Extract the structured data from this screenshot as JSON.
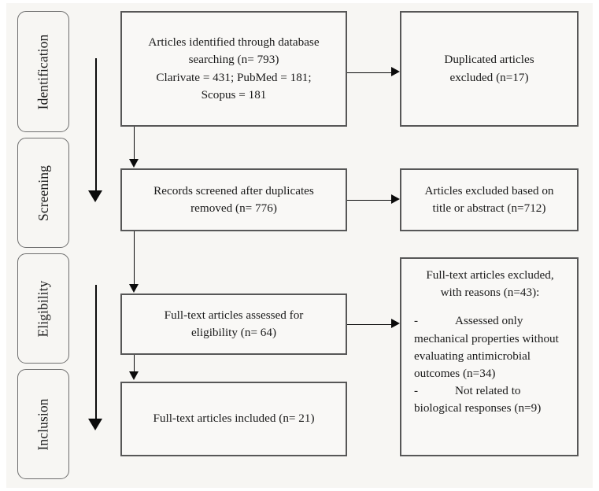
{
  "diagram": {
    "type": "prisma-flow-diagram",
    "title": "PRISMA study selection flow diagram",
    "colors": {
      "page_background": "#ffffff",
      "canvas_background": "#f7f6f3",
      "box_border": "#575757",
      "stage_border": "#6e6e6e",
      "arrow": "#0b0b0b",
      "text": "#1a1a1a"
    }
  },
  "stages": [
    {
      "id": "identification",
      "label": "Identification"
    },
    {
      "id": "screening",
      "label": "Screening"
    },
    {
      "id": "eligibility",
      "label": "Eligibility"
    },
    {
      "id": "inclusion",
      "label": "Inclusion"
    }
  ],
  "boxes": {
    "identified": {
      "lines": [
        "Articles identified through database",
        "searching (n= 793)",
        "Clarivate = 431; PubMed = 181;",
        "Scopus = 181"
      ],
      "counts": {
        "total": 793,
        "Clarivate": 431,
        "PubMed": 181,
        "Scopus": 181
      }
    },
    "duplicates_excluded": {
      "lines": [
        "Duplicated articles",
        "excluded (n=17)"
      ],
      "count": 17
    },
    "screened": {
      "lines": [
        "Records screened after duplicates",
        "removed (n= 776)"
      ],
      "count": 776
    },
    "excluded_title_abstract": {
      "lines": [
        "Articles excluded based on",
        "title or abstract (n=712)"
      ],
      "count": 712
    },
    "assessed": {
      "lines": [
        "Full-text articles assessed for",
        "eligibility (n= 64)"
      ],
      "count": 64
    },
    "excluded_fulltext": {
      "heading": [
        "Full-text articles excluded,",
        "with reasons (n=43):"
      ],
      "count": 43,
      "reasons": [
        {
          "dash": "-",
          "text": "Assessed only mechanical properties without evaluating antimicrobial outcomes (n=34)",
          "count": 34
        },
        {
          "dash": "-",
          "text": "Not related to biological responses (n=9)",
          "count": 9
        }
      ]
    },
    "included": {
      "lines": [
        "Full-text articles included (n= 21)"
      ],
      "count": 21
    }
  },
  "chart_data": {
    "type": "diagram-flow",
    "title": "PRISMA study selection flow",
    "nodes": [
      {
        "id": "identified",
        "stage": "Identification",
        "label": "Articles identified through database searching",
        "n": 793
      },
      {
        "id": "duplicates_excluded",
        "stage": "Identification",
        "label": "Duplicated articles excluded",
        "n": 17
      },
      {
        "id": "screened",
        "stage": "Screening",
        "label": "Records screened after duplicates removed",
        "n": 776
      },
      {
        "id": "excluded_title_abstract",
        "stage": "Screening",
        "label": "Articles excluded based on title or abstract",
        "n": 712
      },
      {
        "id": "assessed",
        "stage": "Eligibility",
        "label": "Full-text articles assessed for eligibility",
        "n": 64
      },
      {
        "id": "excluded_fulltext",
        "stage": "Eligibility",
        "label": "Full-text articles excluded, with reasons",
        "n": 43
      },
      {
        "id": "included",
        "stage": "Inclusion",
        "label": "Full-text articles included",
        "n": 21
      }
    ],
    "edges": [
      {
        "from": "identified",
        "to": "duplicates_excluded",
        "direction": "right"
      },
      {
        "from": "identified",
        "to": "screened",
        "direction": "down"
      },
      {
        "from": "screened",
        "to": "excluded_title_abstract",
        "direction": "right"
      },
      {
        "from": "screened",
        "to": "assessed",
        "direction": "down"
      },
      {
        "from": "assessed",
        "to": "excluded_fulltext",
        "direction": "right"
      },
      {
        "from": "assessed",
        "to": "included",
        "direction": "down"
      }
    ]
  }
}
